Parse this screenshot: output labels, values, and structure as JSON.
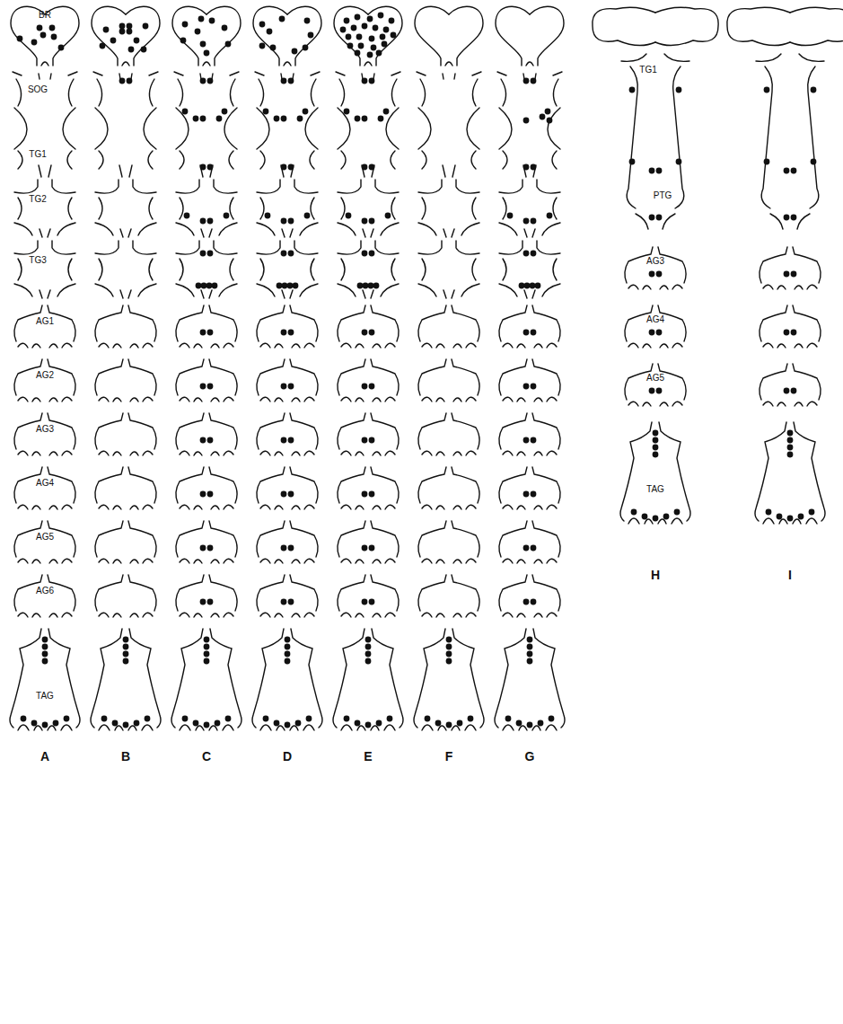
{
  "diagram": {
    "labels": [
      "BR",
      "SOG",
      "TG1",
      "TG2",
      "TG3",
      "AG1",
      "AG2",
      "AG3",
      "AG4",
      "AG5",
      "AG6",
      "TAG",
      "A",
      "B",
      "C",
      "D",
      "E",
      "F",
      "G",
      "TG1",
      "PTG",
      "AG3",
      "AG4",
      "AG5",
      "TAG",
      "H",
      "I"
    ]
  }
}
